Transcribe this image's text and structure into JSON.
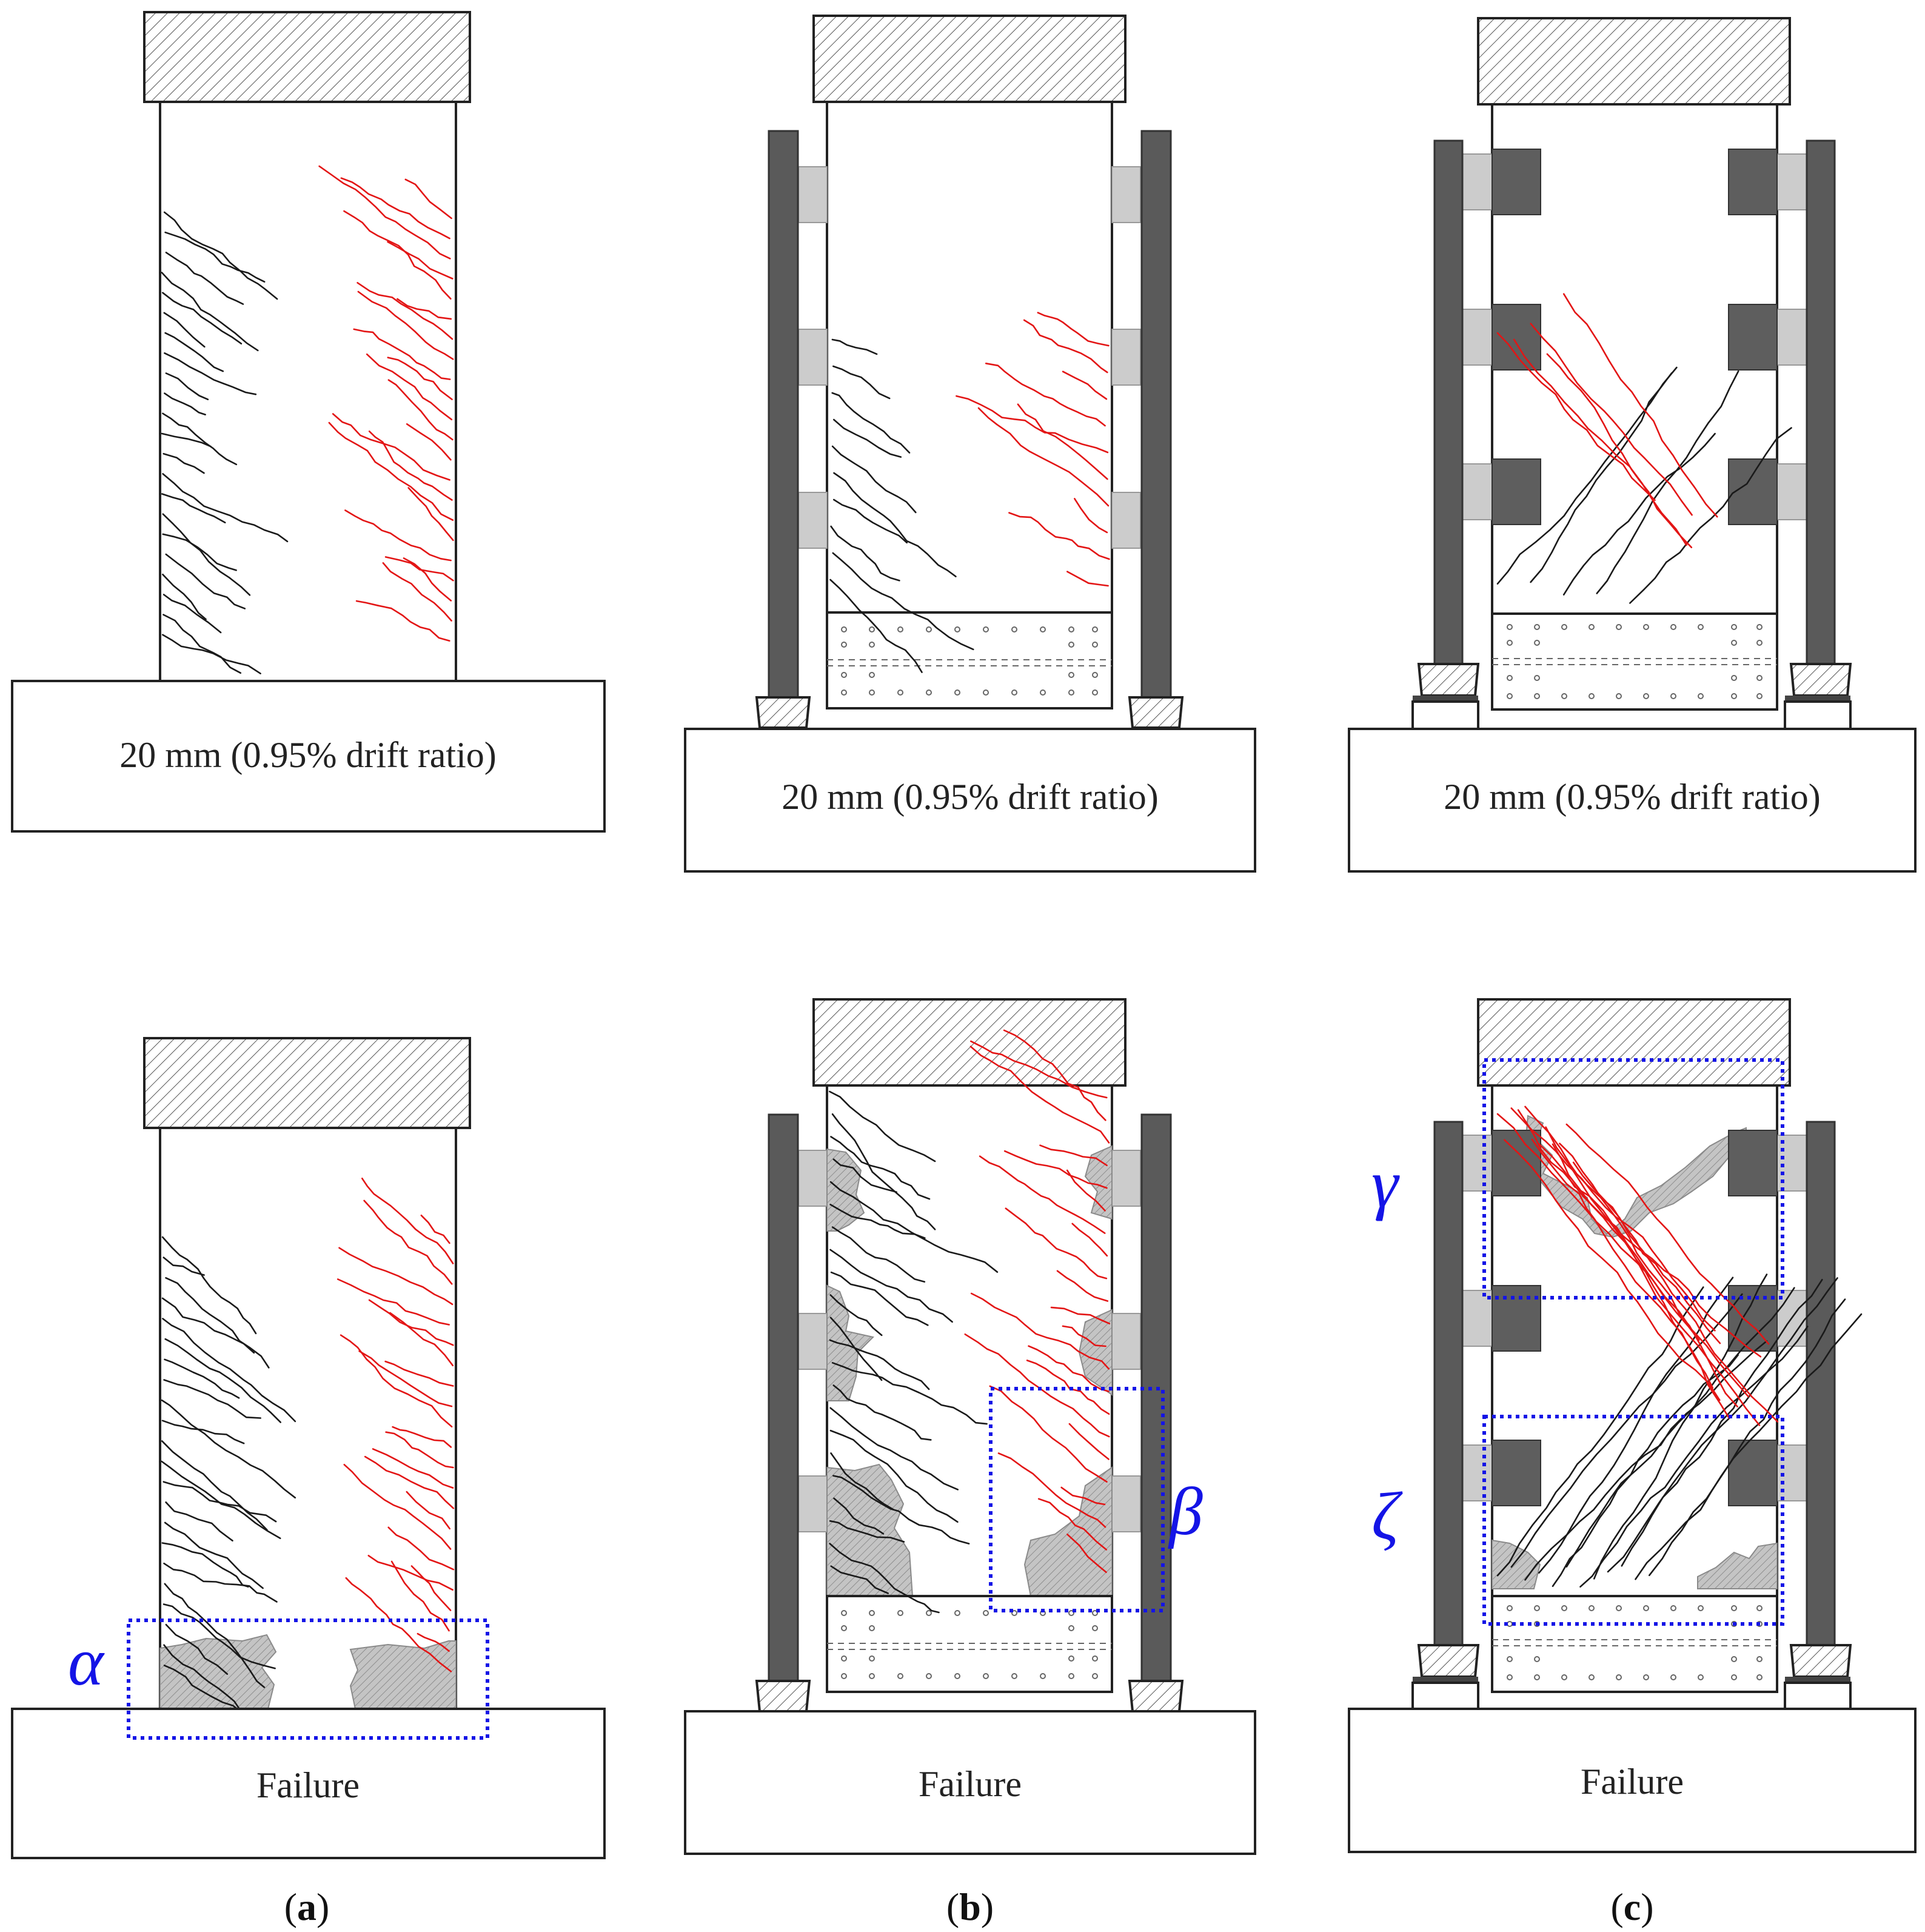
{
  "colors": {
    "zone_highlight": "#1414e6",
    "crack_load_positive": "#1a1a1a",
    "crack_load_negative": "#e31515",
    "steel_column": "#5a5a5a",
    "spalled_concrete": "#bdbdbd"
  },
  "panels": {
    "a_top": {
      "base_label": "20 mm (0.95% drift ratio)"
    },
    "b_top": {
      "base_label": "20 mm (0.95% drift ratio)"
    },
    "c_top": {
      "base_label": "20 mm (0.95% drift ratio)"
    },
    "a_bottom": {
      "base_label": "Failure",
      "zones": [
        "α"
      ]
    },
    "b_bottom": {
      "base_label": "Failure",
      "zones": [
        "β"
      ]
    },
    "c_bottom": {
      "base_label": "Failure",
      "zones": [
        "γ",
        "ζ"
      ]
    }
  },
  "labels": {
    "a": {
      "letter": "a"
    },
    "b": {
      "letter": "b"
    },
    "c": {
      "letter": "c"
    }
  }
}
